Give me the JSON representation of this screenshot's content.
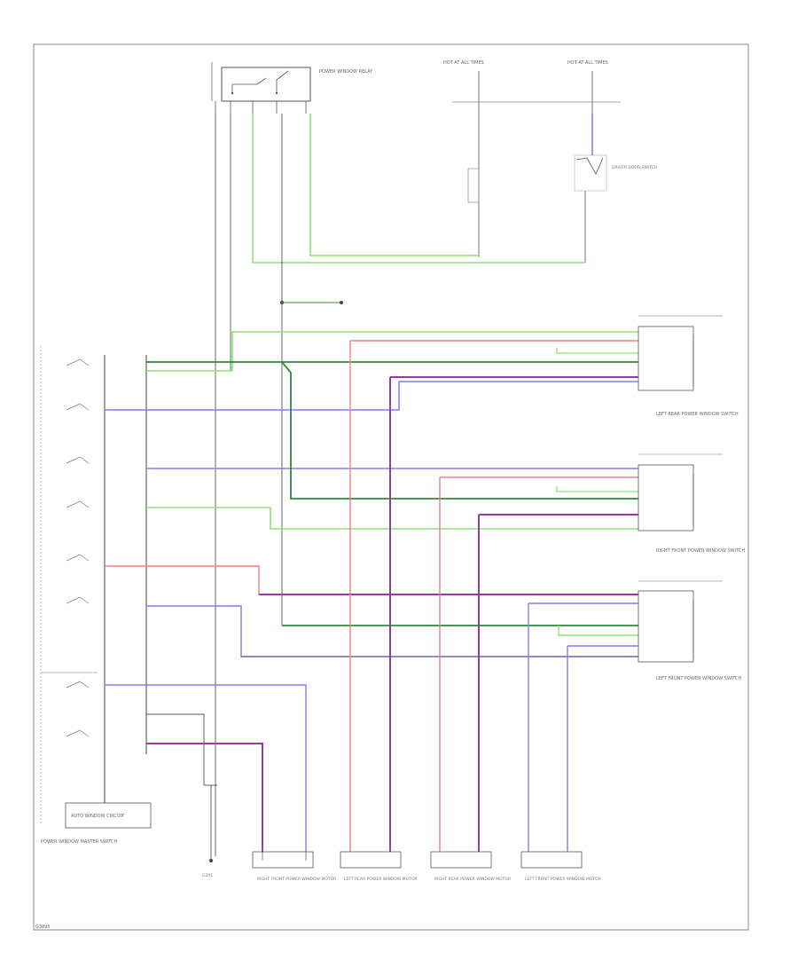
{
  "figure_id": "G3895",
  "components": {
    "master_switch": "POWER WINDOW MASTER SWITCH",
    "auto_window_circuit": "AUTO WINDOW CIRCUIT",
    "relay": "POWER WINDOW RELAY",
    "fuse_block_left": "HOT AT ALL TIMES",
    "fuse_block_right": "HOT AT ALL TIMES",
    "door_switch": "DRIVER DOOR SWITCH",
    "left_rear_switch": "LEFT REAR POWER WINDOW SWITCH",
    "right_front_switch": "RIGHT FRONT POWER WINDOW SWITCH",
    "left_front_switch": "LEFT FRONT POWER WINDOW SWITCH",
    "ground": "G201",
    "motors": [
      "RIGHT FRONT POWER WINDOW MOTOR",
      "LEFT REAR POWER WINDOW MOTOR",
      "RIGHT REAR POWER WINDOW MOTOR",
      "LEFT FRONT POWER WINDOW MOTOR"
    ]
  },
  "wire_colors": {
    "green": "#8fe07a",
    "dark_green": "#2f8a3a",
    "blue": "#7f7ff5",
    "red": "#f08080",
    "purple": "#9a3aa0",
    "black": "#222222",
    "gray": "#555555"
  }
}
